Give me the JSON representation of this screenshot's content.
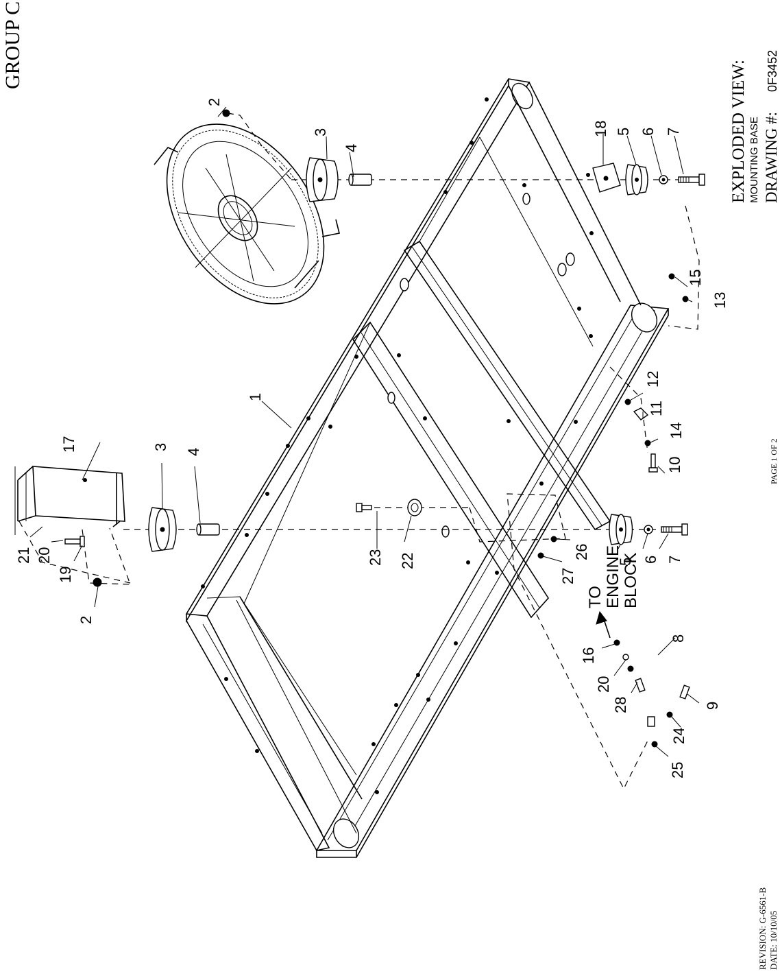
{
  "header": {
    "group": "GROUP C",
    "view_title": "EXPLODED VIEW:",
    "view_subtitle": "MOUNTING BASE",
    "drawing_label": "DRAWING #:",
    "drawing_number": "0F3452"
  },
  "footer": {
    "revision": "REVISION: G-6561-B",
    "date": "DATE: 10/10/05",
    "page": "PAGE 1 OF 2"
  },
  "note": {
    "line1": "TO",
    "line2": "ENGINE",
    "line3": "BLOCK"
  },
  "callouts": [
    {
      "label": "1"
    },
    {
      "label": "2"
    },
    {
      "label": "3"
    },
    {
      "label": "4"
    },
    {
      "label": "18"
    },
    {
      "label": "5"
    },
    {
      "label": "6"
    },
    {
      "label": "7"
    },
    {
      "label": "15"
    },
    {
      "label": "13"
    },
    {
      "label": "12"
    },
    {
      "label": "11"
    },
    {
      "label": "14"
    },
    {
      "label": "10"
    },
    {
      "label": "5"
    },
    {
      "label": "6"
    },
    {
      "label": "7"
    },
    {
      "label": "17"
    },
    {
      "label": "3"
    },
    {
      "label": "4"
    },
    {
      "label": "21"
    },
    {
      "label": "20"
    },
    {
      "label": "19"
    },
    {
      "label": "2"
    },
    {
      "label": "23"
    },
    {
      "label": "22"
    },
    {
      "label": "26"
    },
    {
      "label": "27"
    },
    {
      "label": "16"
    },
    {
      "label": "8"
    },
    {
      "label": "20"
    },
    {
      "label": "28"
    },
    {
      "label": "9"
    },
    {
      "label": "24"
    },
    {
      "label": "25"
    }
  ]
}
